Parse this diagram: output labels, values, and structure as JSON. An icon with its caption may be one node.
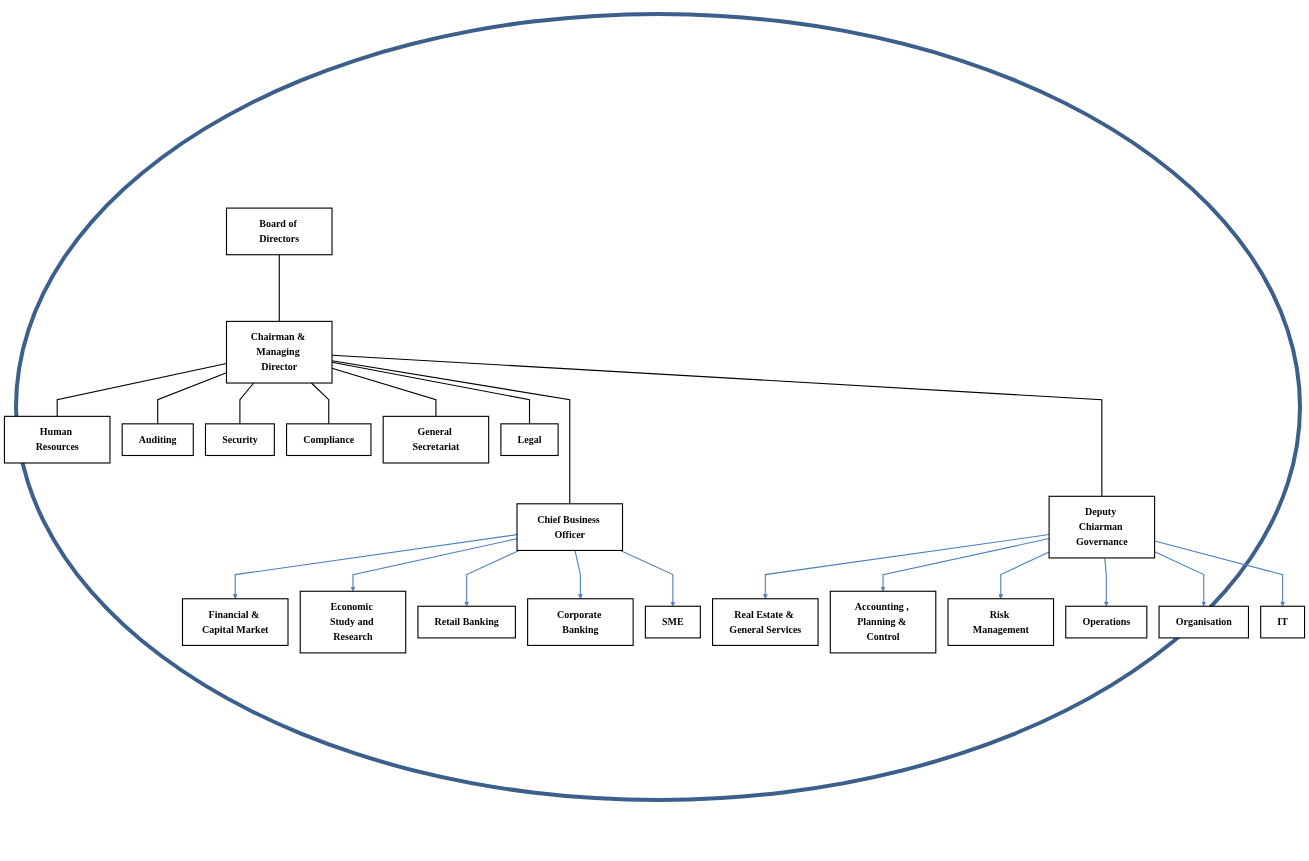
{
  "diagram": {
    "nodes": [
      {
        "text": [
          "Board of Directors"
        ]
      },
      {
        "text": [
          "Chairman & Managing Director"
        ]
      },
      {
        "text": [
          "Human Resources"
        ]
      },
      {
        "text": [
          "Auditing"
        ]
      },
      {
        "text": [
          "Security"
        ]
      },
      {
        "text": [
          "Compliance"
        ]
      },
      {
        "text": [
          "General Secretariat"
        ]
      },
      {
        "text": [
          "Legal"
        ]
      },
      {
        "text": [
          "Chief Business Officer"
        ]
      },
      {
        "text": [
          "Deputy Chiarman Governance"
        ]
      },
      {
        "text": [
          "Real Estate & General Services"
        ]
      },
      {
        "text": [
          "Accounting , Planning & Control"
        ]
      },
      {
        "text": [
          "Risk Management"
        ]
      },
      {
        "text": [
          "Financial & Capital Market"
        ]
      },
      {
        "text": [
          "Economic Study and Research"
        ]
      },
      {
        "text": [
          "Retail Banking"
        ]
      },
      {
        "text": [
          "Corporate Banking"
        ]
      },
      {
        "text": [
          "SME"
        ]
      },
      {
        "text": [
          "Operations"
        ]
      },
      {
        "text": [
          "Organisation"
        ]
      },
      {
        "text": [
          "IT"
        ]
      }
    ],
    "edges": [
      {
        "from": 0,
        "to": 1,
        "arrow": "none",
        "color": "#000000"
      },
      {
        "from": 1,
        "to": 2,
        "arrow": "none",
        "color": "#000000"
      },
      {
        "from": 1,
        "to": 3,
        "arrow": "none",
        "color": "#000000"
      },
      {
        "from": 1,
        "to": 4,
        "arrow": "none",
        "color": "#000000"
      },
      {
        "from": 1,
        "to": 5,
        "arrow": "none",
        "color": "#000000"
      },
      {
        "from": 1,
        "to": 6,
        "arrow": "none",
        "color": "#000000"
      },
      {
        "from": 1,
        "to": 7,
        "arrow": "none",
        "color": "#000000"
      },
      {
        "from": 1,
        "to": 8,
        "arrow": "none",
        "color": "#000000"
      },
      {
        "from": 1,
        "to": 9,
        "arrow": "none",
        "color": "#000000"
      },
      {
        "from": 8,
        "to": 13,
        "arrow": "to"
      },
      {
        "from": 8,
        "to": 14,
        "arrow": "to"
      },
      {
        "from": 8,
        "to": 15,
        "arrow": "to"
      },
      {
        "from": 8,
        "to": 16,
        "arrow": "to"
      },
      {
        "from": 8,
        "to": 17,
        "arrow": "to"
      },
      {
        "from": 9,
        "to": 10,
        "arrow": "to"
      },
      {
        "from": 9,
        "to": 11,
        "arrow": "to"
      },
      {
        "from": 9,
        "to": 12,
        "arrow": "to"
      },
      {
        "from": 9,
        "to": 18,
        "arrow": "to"
      },
      {
        "from": 9,
        "to": 19,
        "arrow": "to"
      },
      {
        "from": 9,
        "to": 20,
        "arrow": "to"
      }
    ]
  }
}
